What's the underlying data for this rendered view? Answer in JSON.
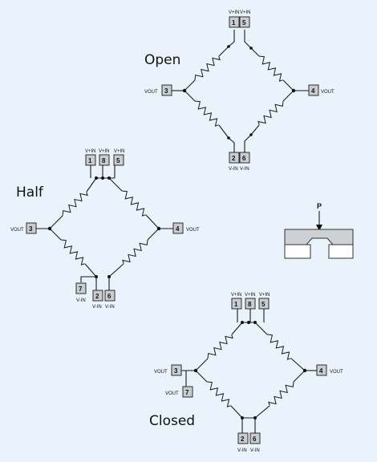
{
  "diagrams": {
    "open": {
      "title": "Open",
      "pins": {
        "top_left": "1",
        "top_right": "5",
        "left": "3",
        "right": "4",
        "bottom_left": "2",
        "bottom_right": "6"
      },
      "labels": {
        "top_left": "V+IN",
        "top_right": "V+IN",
        "left": "VOUT",
        "right": "VOUT",
        "bottom_left": "V-IN",
        "bottom_right": "V-IN"
      }
    },
    "half": {
      "title": "Half",
      "pins": {
        "top_a": "1",
        "top_b": "8",
        "top_c": "5",
        "left": "3",
        "right": "4",
        "bottom_extra": "7",
        "bottom_a": "2",
        "bottom_b": "6"
      },
      "labels": {
        "top_a": "V+IN",
        "top_b": "V+IN",
        "top_c": "V+IN",
        "left": "VOUT",
        "right": "VOUT",
        "bottom_extra": "V-IN",
        "bottom_a": "V-IN",
        "bottom_b": "V-IN"
      }
    },
    "closed": {
      "title": "Closed",
      "pins": {
        "top_a": "1",
        "top_b": "8",
        "top_c": "5",
        "left": "3",
        "right": "4",
        "left_extra": "7",
        "bottom_a": "2",
        "bottom_b": "6"
      },
      "labels": {
        "top_a": "V+IN",
        "top_b": "V+IN",
        "top_c": "V+IN",
        "left": "VOUT",
        "right": "VOUT",
        "left_extra": "VOUT",
        "bottom_a": "V-IN",
        "bottom_b": "V-IN"
      }
    }
  },
  "sensor": {
    "force_label": "P"
  }
}
